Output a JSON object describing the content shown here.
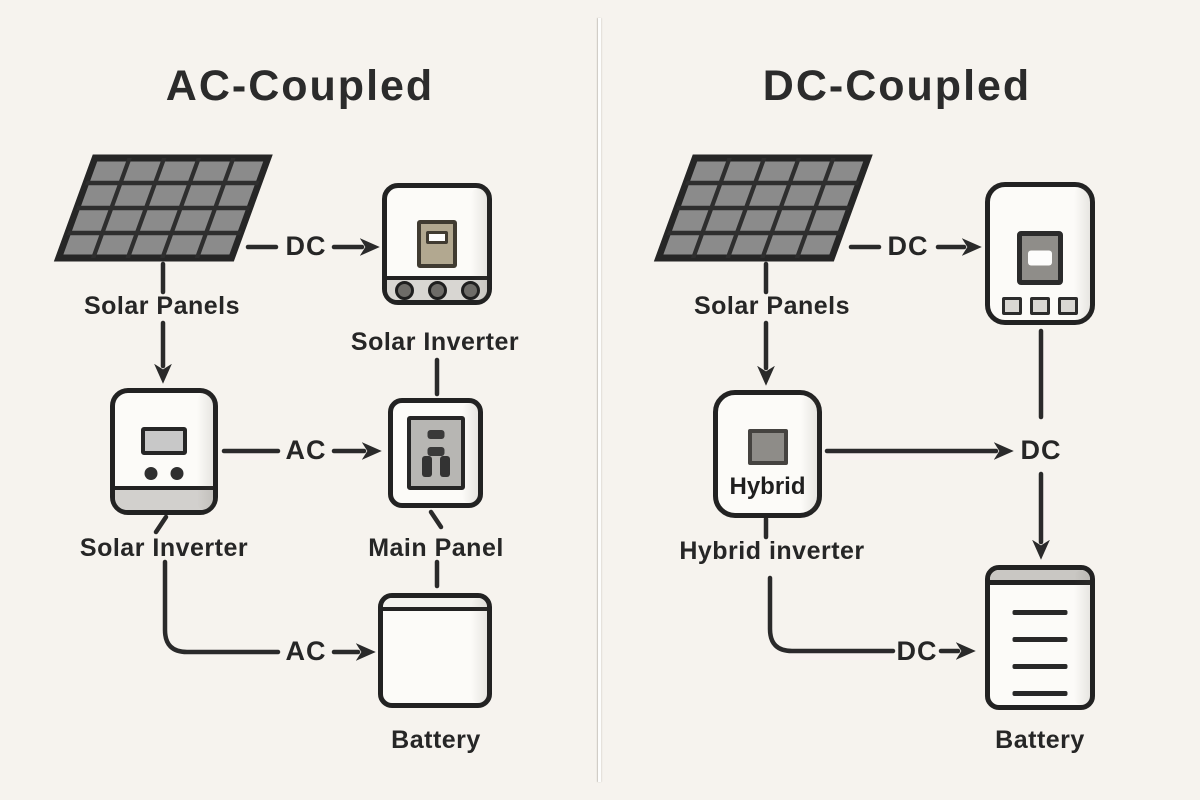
{
  "diagram": {
    "left": {
      "title": "AC-Coupled",
      "panel_label": "Solar Panels",
      "top_inverter_label": "Solar Inverter",
      "mid_inverter_label": "Solar Inverter",
      "main_panel_label": "Main Panel",
      "battery_label": "Battery",
      "connections": {
        "panel_to_inverter": "DC",
        "inverter_to_main_panel": "AC",
        "inverter_to_battery": "AC"
      }
    },
    "right": {
      "title": "DC-Coupled",
      "panel_label": "Solar Panels",
      "hybrid_box_text": "Hybrid",
      "hybrid_label": "Hybrid inverter",
      "battery_label": "Battery",
      "connections": {
        "panel_to_inverter": "DC",
        "inverter_to_battery_node": "DC",
        "hybrid_to_battery": "DC"
      }
    },
    "colors": {
      "background": "#f6f3ee",
      "line": "#2a2a2a",
      "panel_cell": "#8b8b8b",
      "device_fill": "#fcfbf8"
    }
  }
}
